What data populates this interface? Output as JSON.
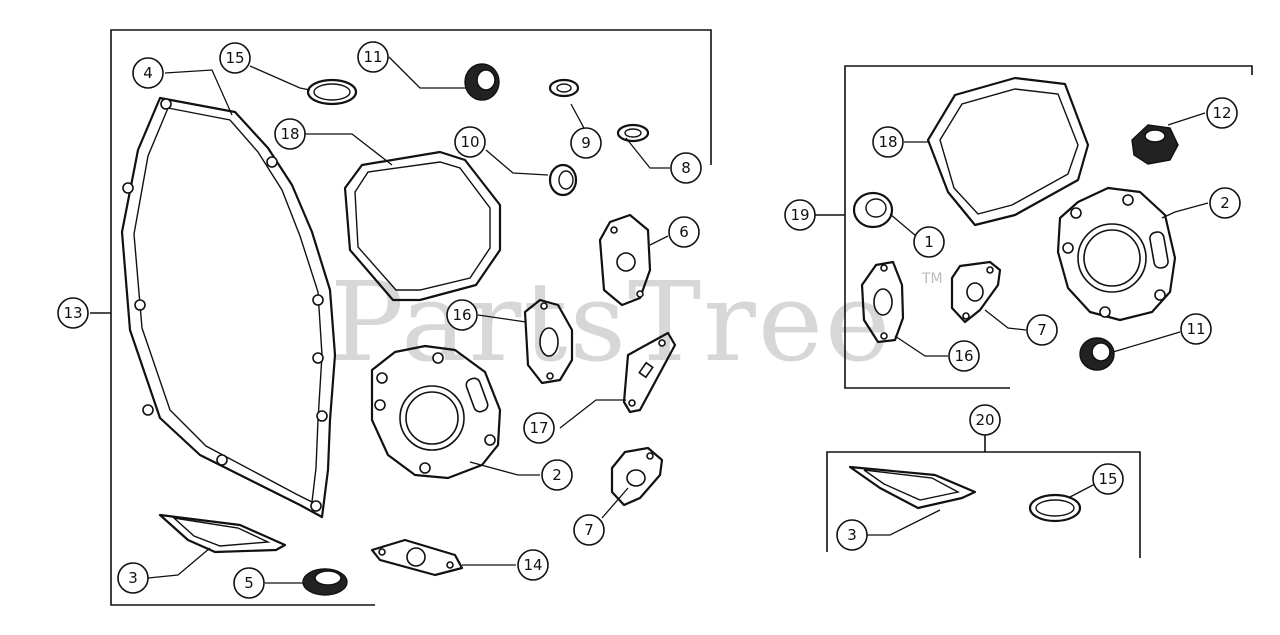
{
  "watermark": {
    "text": "PartsTree",
    "trademark": "TM"
  },
  "callouts": {
    "c13": "13",
    "c4": "4",
    "c15a": "15",
    "c11a": "11",
    "c9": "9",
    "c8": "8",
    "c18a": "18",
    "c10": "10",
    "c6": "6",
    "c16a": "16",
    "c17": "17",
    "c2a": "2",
    "c7a": "7",
    "c3a": "3",
    "c5": "5",
    "c14": "14",
    "c19": "19",
    "c18b": "18",
    "c12": "12",
    "c2b": "2",
    "c1": "1",
    "c7b": "7",
    "c16b": "16",
    "c11b": "11",
    "c20": "20",
    "c3b": "3",
    "c15b": "15"
  }
}
